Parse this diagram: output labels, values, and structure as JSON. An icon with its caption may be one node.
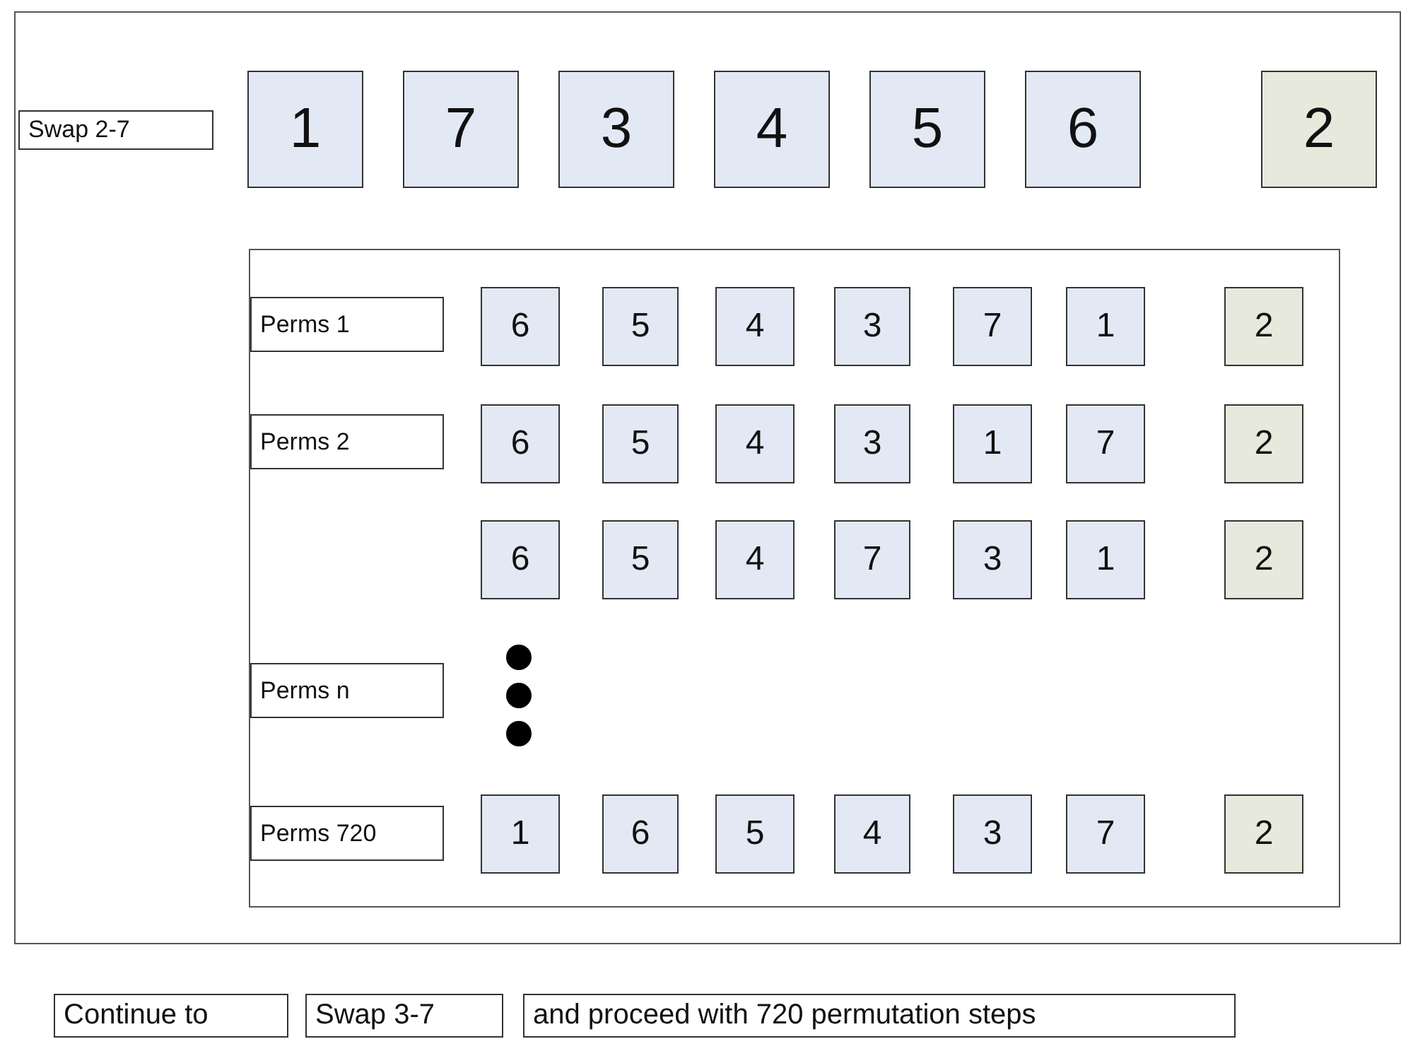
{
  "diagram": {
    "nodes": [
      {
        "text": [],
        "shape": "box"
      },
      {
        "text": [
          "Swap 2-7"
        ],
        "in": 0
      },
      {
        "text": [
          "1"
        ],
        "in": 0
      },
      {
        "text": [
          "7"
        ],
        "in": 0
      },
      {
        "text": [
          "3"
        ],
        "in": 0
      },
      {
        "text": [
          "4"
        ],
        "in": 0
      },
      {
        "text": [
          "5"
        ],
        "in": 0
      },
      {
        "text": [
          "6"
        ],
        "in": 0
      },
      {
        "text": [
          "2"
        ],
        "in": 0
      },
      {
        "text": [],
        "shape": "box",
        "in": 0
      },
      {
        "text": [
          "Perms 1"
        ],
        "in": 9
      },
      {
        "text": [
          "6"
        ],
        "in": 9
      },
      {
        "text": [
          "5"
        ],
        "in": 9
      },
      {
        "text": [
          "4"
        ],
        "in": 9
      },
      {
        "text": [
          "3"
        ],
        "in": 9
      },
      {
        "text": [
          "7"
        ],
        "in": 9
      },
      {
        "text": [
          "1"
        ],
        "in": 9
      },
      {
        "text": [
          "2"
        ],
        "in": 9
      },
      {
        "text": [
          "Perms 2"
        ],
        "in": 9
      },
      {
        "text": [
          "6"
        ],
        "in": 9
      },
      {
        "text": [
          "5"
        ],
        "in": 9
      },
      {
        "text": [
          "4"
        ],
        "in": 9
      },
      {
        "text": [
          "3"
        ],
        "in": 9
      },
      {
        "text": [
          "1"
        ],
        "in": 9
      },
      {
        "text": [
          "7"
        ],
        "in": 9
      },
      {
        "text": [
          "2"
        ],
        "in": 9
      },
      {
        "text": [
          "6"
        ],
        "in": 9
      },
      {
        "text": [
          "5"
        ],
        "in": 9
      },
      {
        "text": [
          "4"
        ],
        "in": 9
      },
      {
        "text": [
          "7"
        ],
        "in": 9
      },
      {
        "text": [
          "3"
        ],
        "in": 9
      },
      {
        "text": [
          "1"
        ],
        "in": 9
      },
      {
        "text": [
          "2"
        ],
        "in": 9
      },
      {
        "text": [
          "Perms n"
        ],
        "in": 9
      },
      {
        "text": [
          "Perms 720"
        ],
        "in": 9
      },
      {
        "text": [
          "1"
        ],
        "in": 9
      },
      {
        "text": [
          "6"
        ],
        "in": 9
      },
      {
        "text": [
          "5"
        ],
        "in": 9
      },
      {
        "text": [
          "4"
        ],
        "in": 9
      },
      {
        "text": [
          "3"
        ],
        "in": 9
      },
      {
        "text": [
          "7"
        ],
        "in": 9
      },
      {
        "text": [
          "2"
        ],
        "in": 9
      },
      {
        "text": [
          "Continue to"
        ]
      },
      {
        "text": [
          "Swap 3-7"
        ]
      },
      {
        "text": [
          "and proceed with 720 permutation steps"
        ]
      }
    ]
  }
}
